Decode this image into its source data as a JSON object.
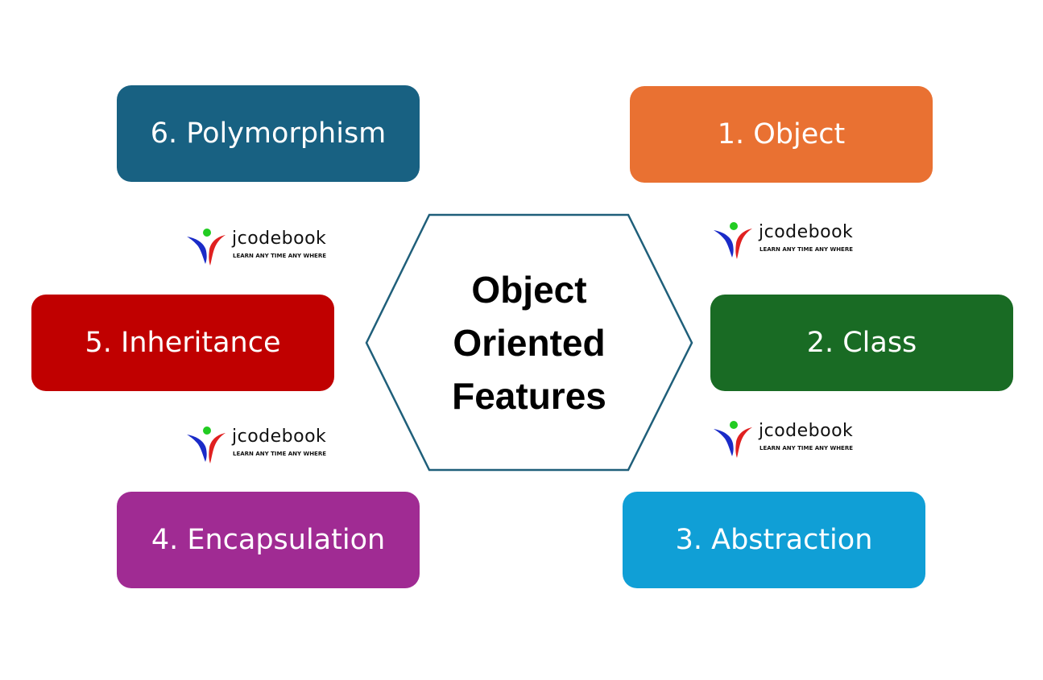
{
  "center": {
    "title_lines": [
      "Object",
      "Oriented",
      "Features"
    ],
    "border_color": "#1f5f7a"
  },
  "features": [
    {
      "id": "6",
      "label": "6. Polymorphism",
      "color": "#186182"
    },
    {
      "id": "1",
      "label": "1. Object",
      "color": "#e97132"
    },
    {
      "id": "5",
      "label": "5. Inheritance",
      "color": "#c00000"
    },
    {
      "id": "2",
      "label": "2. Class",
      "color": "#196b24"
    },
    {
      "id": "4",
      "label": "4. Encapsulation",
      "color": "#a02b93"
    },
    {
      "id": "3",
      "label": "3. Abstraction",
      "color": "#109fd6"
    }
  ],
  "logo": {
    "name": "jcodebook",
    "tagline": "LEARN ANY TIME ANY WHERE",
    "icon": "person-figure-icon",
    "colors": {
      "head": "#22cc22",
      "left_arm": "#1a2bc8",
      "right_arm": "#e02020"
    }
  }
}
